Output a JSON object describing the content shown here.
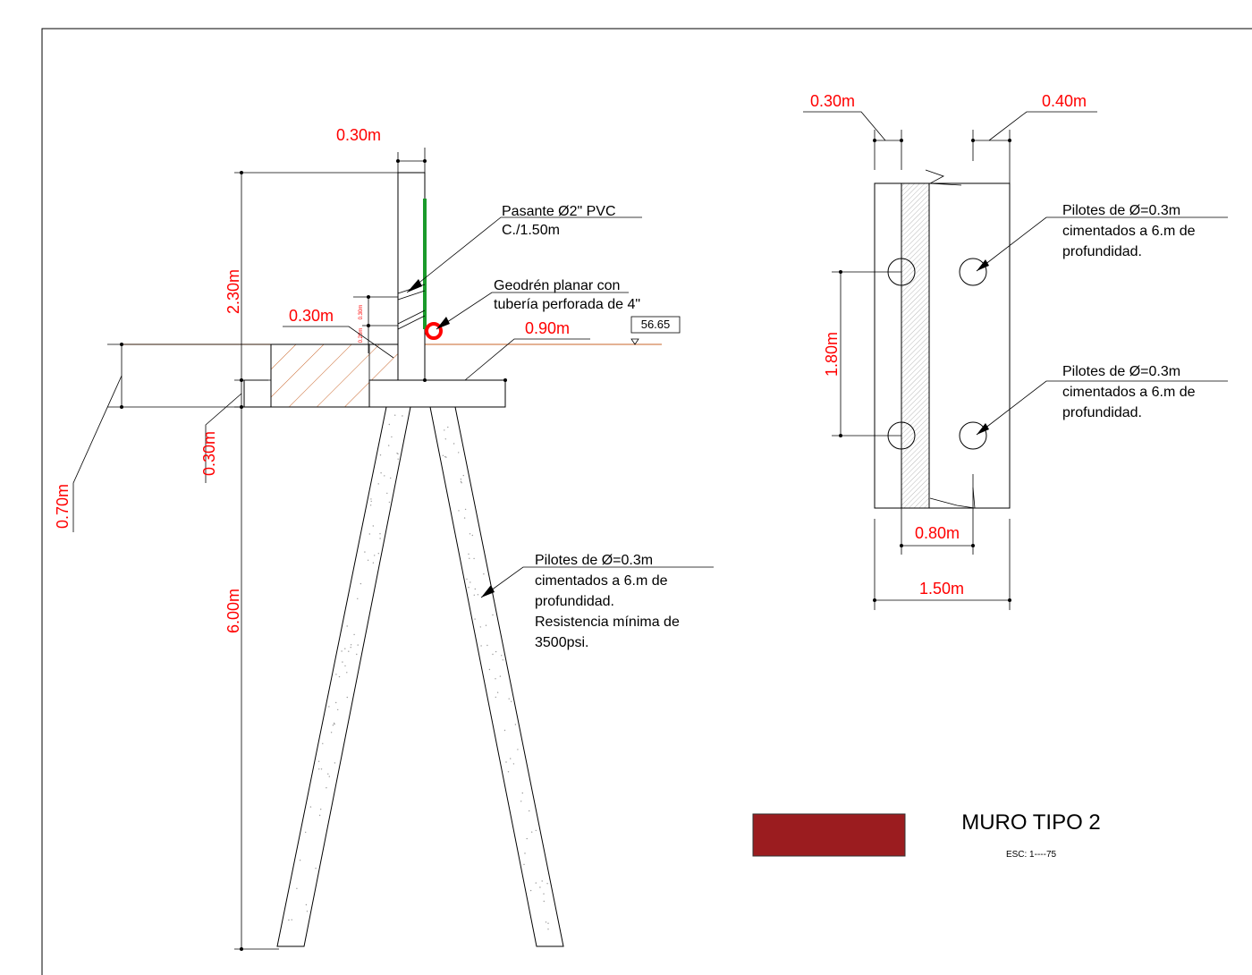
{
  "colors": {
    "dimension_text": "#ff0000",
    "linework": "#000000",
    "ground_line": "#c86428",
    "hatch": "#c86428",
    "pvc_pipe": "#1a9a2a",
    "drain_circle": "#ff0000",
    "swatch": "#9b1c1f"
  },
  "section": {
    "dims": {
      "stem_width": "0.30m",
      "stem_height": "2.30m",
      "step_width": "0.30m",
      "small_upper": "0.30m",
      "small_lower": "0.20m",
      "toe_width": "0.90m",
      "footing_thk": "0.30m",
      "embed": "0.70m",
      "pile_length": "6.00m"
    },
    "elevation": "56.65",
    "notes": {
      "pvc": [
        "Pasante Ø2\" PVC",
        "C./1.50m"
      ],
      "geodren": [
        "Geodrén planar con",
        "tubería perforada de 4\""
      ],
      "piles": [
        "Pilotes de Ø=0.3m",
        "cimentados a 6.m de",
        "profundidad.",
        "Resistencia mínima de",
        "3500psi."
      ]
    }
  },
  "plan": {
    "dims": {
      "left_strip": "0.30m",
      "right_strip": "0.40m",
      "pile_spacing": "1.80m",
      "inner_width": "0.80m",
      "total_width": "1.50m"
    },
    "notes": {
      "piles_top": [
        "Pilotes de Ø=0.3m",
        "cimentados a 6.m de",
        "profundidad."
      ],
      "piles_bottom": [
        "Pilotes de Ø=0.3m",
        "cimentados a 6.m de",
        "profundidad."
      ]
    }
  },
  "title": {
    "name": "MURO TIPO 2",
    "scale": "ESC: 1----75"
  }
}
